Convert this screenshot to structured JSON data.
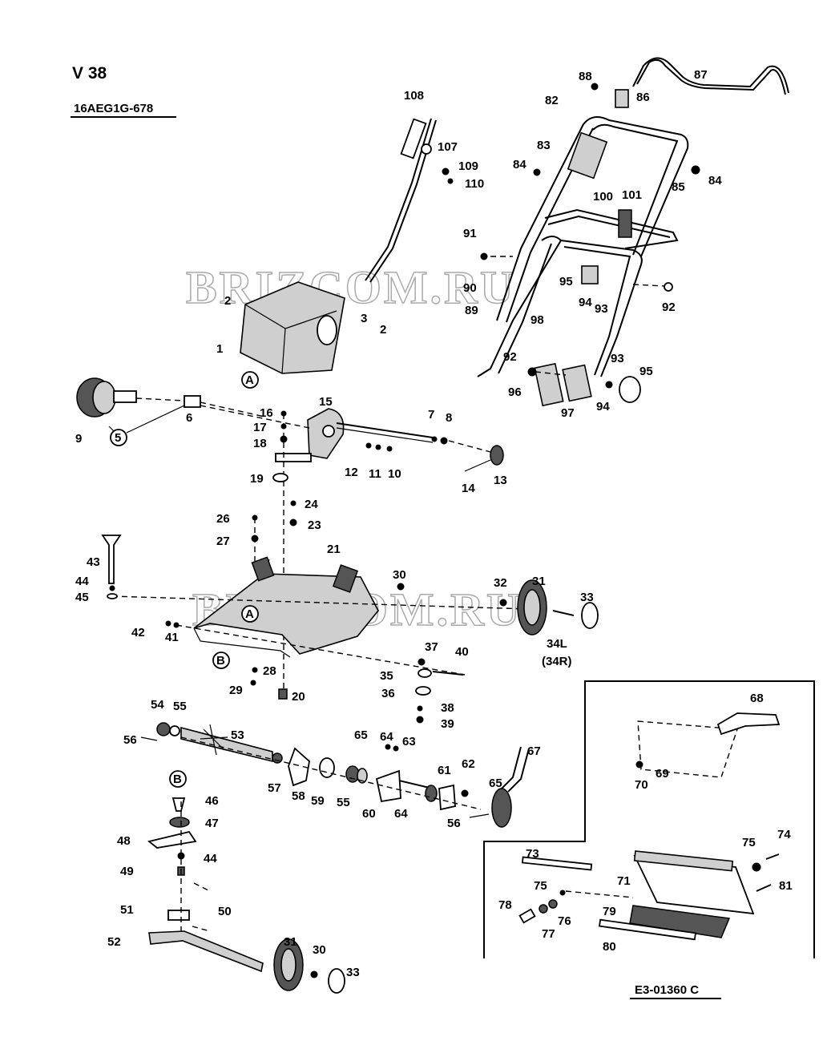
{
  "header": {
    "model": "V 38",
    "part_number": "16AEG1G-678"
  },
  "footer": {
    "drawing_code": "E3-01360 C"
  },
  "watermark": "BRIZCOM.RU",
  "callout_circles": [
    "A",
    "A",
    "B",
    "B",
    "5"
  ],
  "labels": {
    "l1": "1",
    "l2a": "2",
    "l2b": "2",
    "l3": "3",
    "l6": "6",
    "l7": "7",
    "l8": "8",
    "l9": "9",
    "l10": "10",
    "l11": "11",
    "l12": "12",
    "l13": "13",
    "l14": "14",
    "l15": "15",
    "l16": "16",
    "l17": "17",
    "l18": "18",
    "l19": "19",
    "l20": "20",
    "l21": "21",
    "l23": "23",
    "l24": "24",
    "l26": "26",
    "l27": "27",
    "l28": "28",
    "l29": "29",
    "l30a": "30",
    "l30b": "30",
    "l31a": "31",
    "l31b": "31",
    "l32": "32",
    "l33a": "33",
    "l33b": "33",
    "l34": "34L",
    "l34r": "(34R)",
    "l35": "35",
    "l36": "36",
    "l37": "37",
    "l38": "38",
    "l39": "39",
    "l40": "40",
    "l41": "41",
    "l42": "42",
    "l43": "43",
    "l44a": "44",
    "l44b": "44",
    "l45": "45",
    "l46": "46",
    "l47": "47",
    "l48": "48",
    "l49": "49",
    "l50": "50",
    "l51": "51",
    "l52": "52",
    "l53": "53",
    "l54": "54",
    "l55a": "55",
    "l55b": "55",
    "l56a": "56",
    "l56b": "56",
    "l57": "57",
    "l58": "58",
    "l59": "59",
    "l60": "60",
    "l61": "61",
    "l62": "62",
    "l63": "63",
    "l64a": "64",
    "l64b": "64",
    "l65a": "65",
    "l65b": "65",
    "l67": "67",
    "l68": "68",
    "l69": "69",
    "l70": "70",
    "l71": "71",
    "l73": "73",
    "l74": "74",
    "l75a": "75",
    "l75b": "75",
    "l76": "76",
    "l77": "77",
    "l78": "78",
    "l79": "79",
    "l80": "80",
    "l81": "81",
    "l82": "82",
    "l83": "83",
    "l84a": "84",
    "l84b": "84",
    "l85": "85",
    "l86": "86",
    "l87": "87",
    "l88": "88",
    "l89": "89",
    "l90": "90",
    "l91": "91",
    "l92a": "92",
    "l92b": "92",
    "l93a": "93",
    "l93b": "93",
    "l94a": "94",
    "l94b": "94",
    "l95a": "95",
    "l95b": "95",
    "l96": "96",
    "l97": "97",
    "l98": "98",
    "l100": "100",
    "l101": "101",
    "l107": "107",
    "l108": "108",
    "l109": "109",
    "l110": "110"
  }
}
